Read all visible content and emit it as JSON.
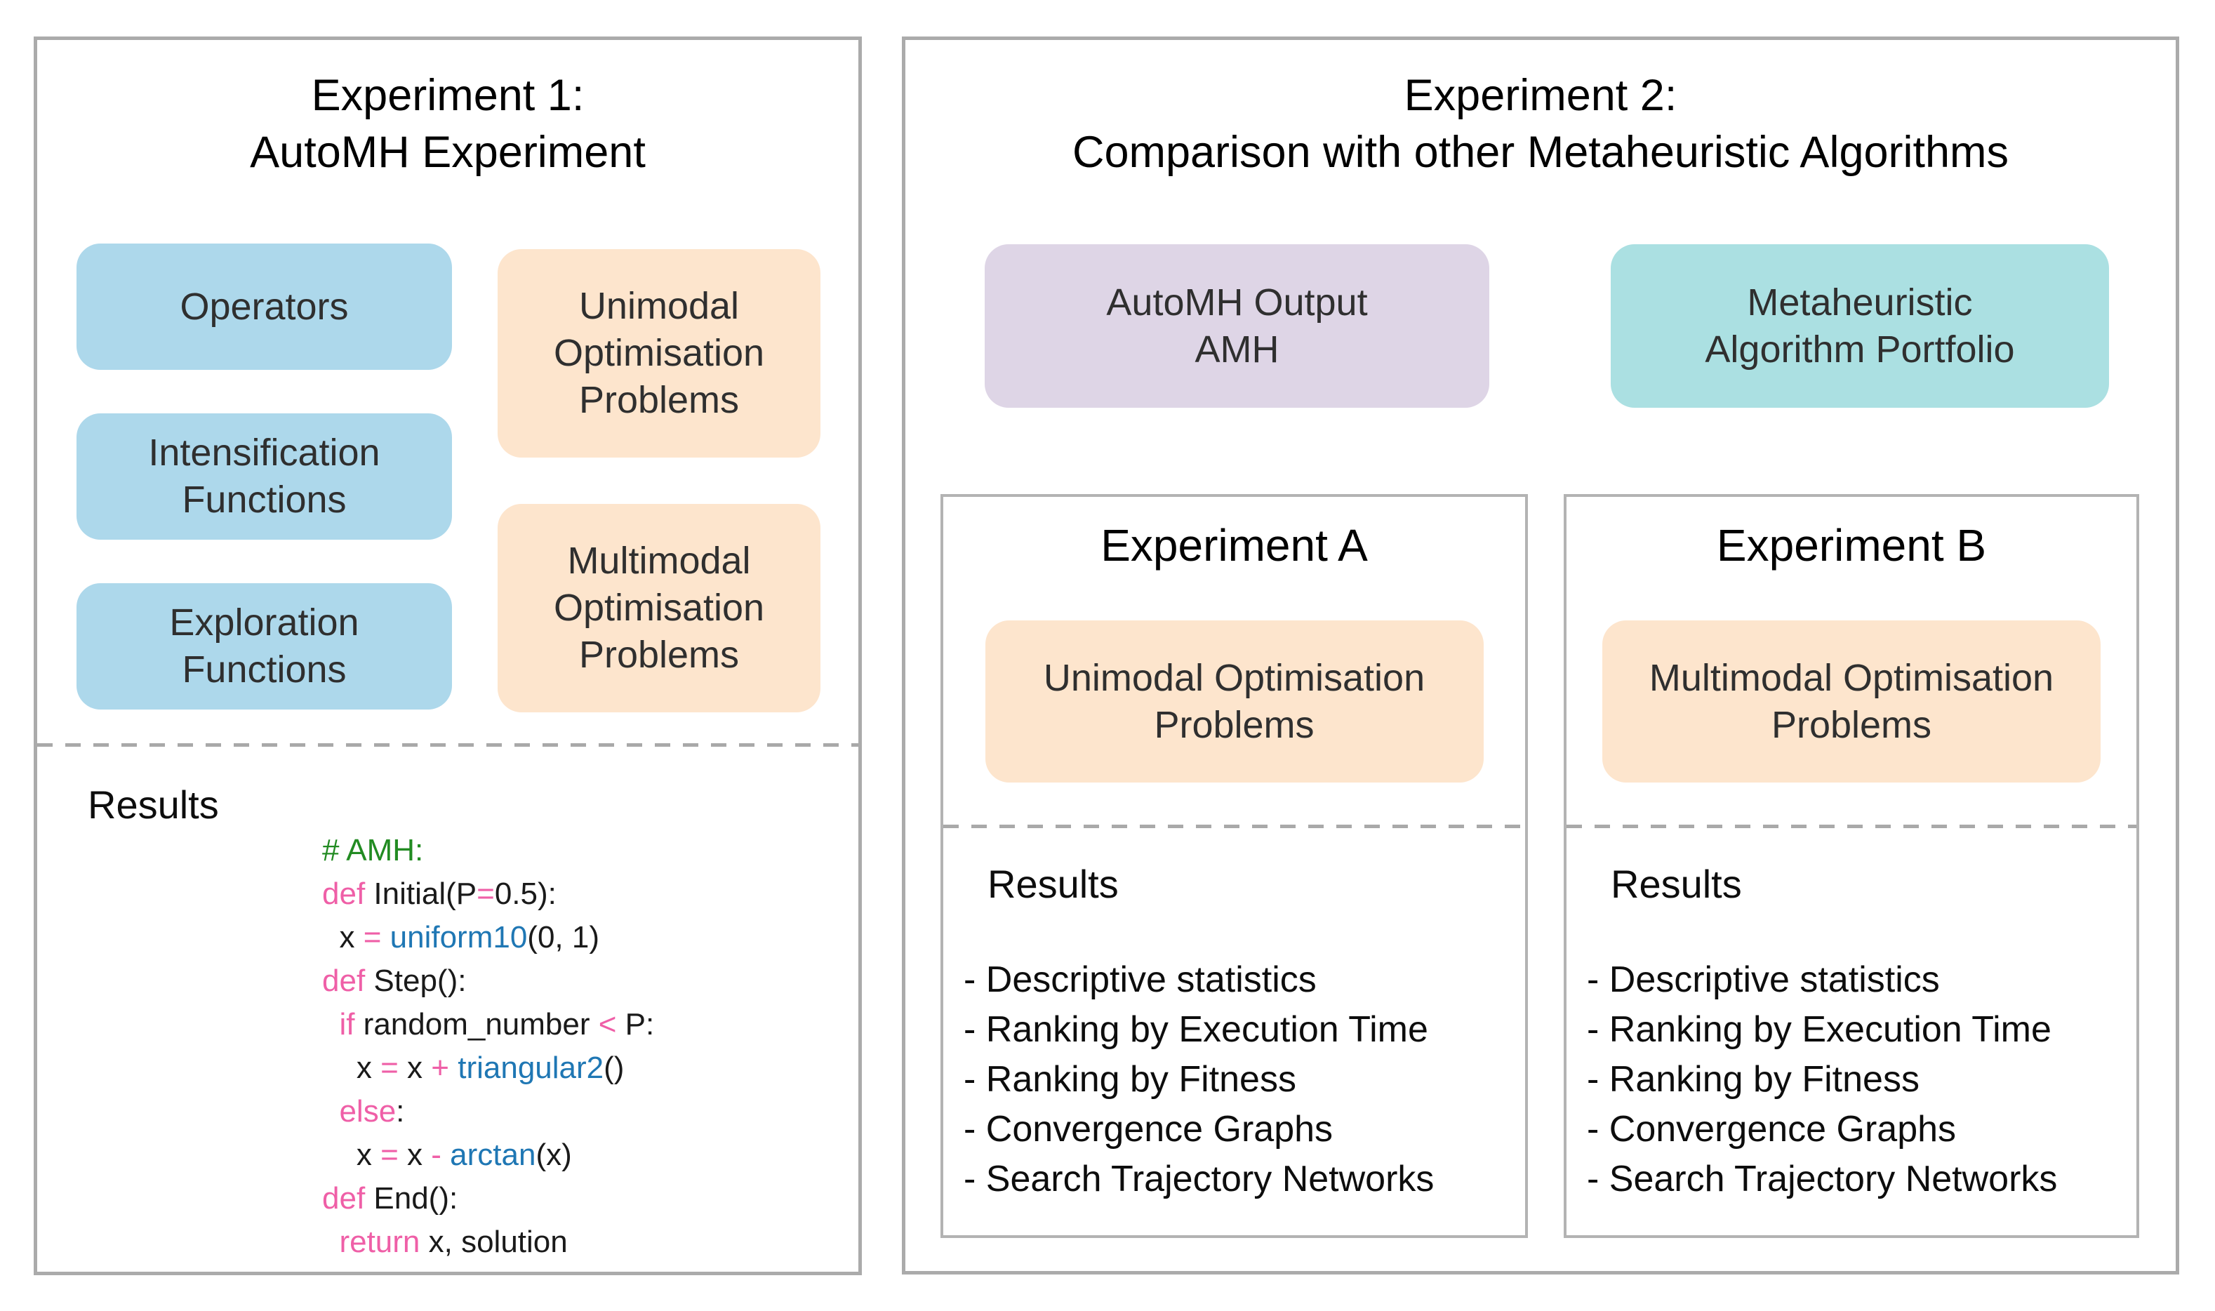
{
  "figure": {
    "colors": {
      "blue_box": "#add8eb",
      "orange_box": "#fde5cd",
      "purple_box": "#ded5e6",
      "teal_box": "#abe0e2",
      "panel_border": "#ababab",
      "dashed_line": "#a9a9a9",
      "code_comment_green": "#228b22",
      "code_keyword_pink": "#ef5fa7",
      "code_function_blue": "#1f77b4",
      "code_text_black": "#1a1a1a"
    },
    "experiment1": {
      "title_lines": [
        "Experiment 1:",
        "AutoMH Experiment"
      ],
      "input_boxes": [
        {
          "lines": [
            "Operators"
          ]
        },
        {
          "lines": [
            "Intensification",
            "Functions"
          ]
        },
        {
          "lines": [
            "Exploration",
            "Functions"
          ]
        }
      ],
      "problem_boxes": [
        {
          "lines": [
            "Unimodal",
            "Optimisation",
            "Problems"
          ]
        },
        {
          "lines": [
            "Multimodal",
            "Optimisation",
            "Problems"
          ]
        }
      ],
      "results_label": "Results",
      "code_lines": [
        [
          {
            "t": "# AMH:",
            "c": "green"
          }
        ],
        [
          {
            "t": "def",
            "c": "pink"
          },
          {
            "t": " Initial(P",
            "c": "black"
          },
          {
            "t": "=",
            "c": "pink"
          },
          {
            "t": "0.5):",
            "c": "black"
          }
        ],
        [
          {
            "t": "  x ",
            "c": "black"
          },
          {
            "t": "=",
            "c": "pink"
          },
          {
            "t": " ",
            "c": "black"
          },
          {
            "t": "uniform10",
            "c": "blue"
          },
          {
            "t": "(0, 1)",
            "c": "black"
          }
        ],
        [
          {
            "t": "def",
            "c": "pink"
          },
          {
            "t": " Step():",
            "c": "black"
          }
        ],
        [
          {
            "t": "  ",
            "c": "black"
          },
          {
            "t": "if",
            "c": "pink"
          },
          {
            "t": " random_number ",
            "c": "black"
          },
          {
            "t": "<",
            "c": "pink"
          },
          {
            "t": " P:",
            "c": "black"
          }
        ],
        [
          {
            "t": "    x ",
            "c": "black"
          },
          {
            "t": "=",
            "c": "pink"
          },
          {
            "t": " x ",
            "c": "black"
          },
          {
            "t": "+",
            "c": "pink"
          },
          {
            "t": " ",
            "c": "black"
          },
          {
            "t": "triangular2",
            "c": "blue"
          },
          {
            "t": "()",
            "c": "black"
          }
        ],
        [
          {
            "t": "  ",
            "c": "black"
          },
          {
            "t": "else",
            "c": "pink"
          },
          {
            "t": ":",
            "c": "black"
          }
        ],
        [
          {
            "t": "    x ",
            "c": "black"
          },
          {
            "t": "=",
            "c": "pink"
          },
          {
            "t": " x ",
            "c": "black"
          },
          {
            "t": "-",
            "c": "pink"
          },
          {
            "t": " ",
            "c": "black"
          },
          {
            "t": "arctan",
            "c": "blue"
          },
          {
            "t": "(x)",
            "c": "black"
          }
        ],
        [
          {
            "t": "def",
            "c": "pink"
          },
          {
            "t": " End():",
            "c": "black"
          }
        ],
        [
          {
            "t": "  ",
            "c": "black"
          },
          {
            "t": "return",
            "c": "pink"
          },
          {
            "t": " x, solution",
            "c": "black"
          }
        ]
      ]
    },
    "experiment2": {
      "title_lines": [
        "Experiment 2:",
        "Comparison with other Metaheuristic Algorithms"
      ],
      "source_boxes": [
        {
          "lines": [
            "AutoMH Output",
            "AMH"
          ]
        },
        {
          "lines": [
            "Metaheuristic",
            "Algorithm Portfolio"
          ]
        }
      ],
      "sub_experiments": [
        {
          "title": "Experiment A",
          "problem_box_lines": [
            "Unimodal Optimisation",
            "Problems"
          ],
          "results_label": "Results",
          "results_items": [
            "- Descriptive statistics",
            "- Ranking by Execution Time",
            "- Ranking by Fitness",
            "- Convergence Graphs",
            "- Search Trajectory Networks"
          ]
        },
        {
          "title": "Experiment B",
          "problem_box_lines": [
            "Multimodal Optimisation",
            "Problems"
          ],
          "results_label": "Results",
          "results_items": [
            "- Descriptive statistics",
            "- Ranking by Execution Time",
            "- Ranking by Fitness",
            "- Convergence Graphs",
            "- Search Trajectory Networks"
          ]
        }
      ]
    }
  }
}
